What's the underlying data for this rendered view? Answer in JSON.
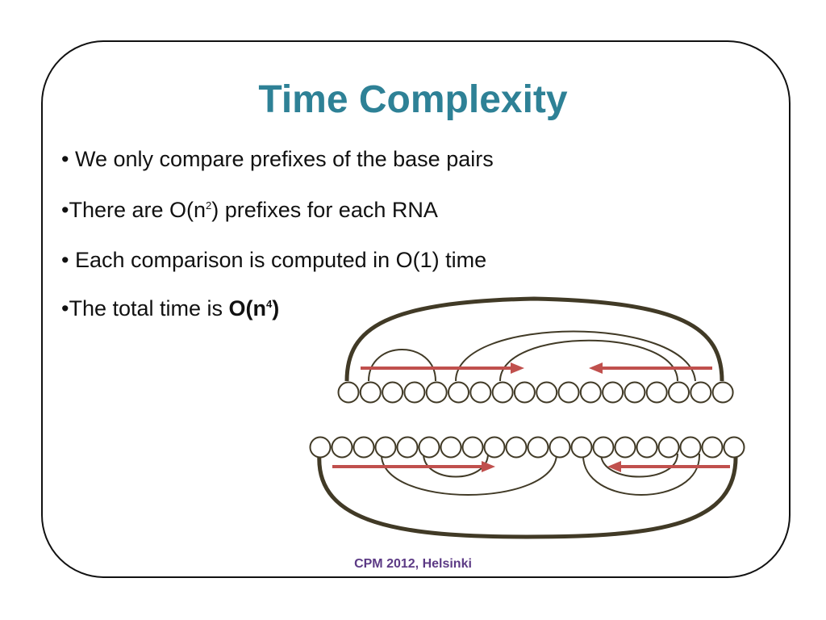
{
  "slide": {
    "title": "Time Complexity",
    "bullets": [
      {
        "marker": "•",
        "text": " We only compare prefixes of the base pairs"
      },
      {
        "marker": "•",
        "text_before": "There are O(n",
        "sup": "2",
        "text_after": ") prefixes for each RNA"
      },
      {
        "marker": "•",
        "text": " Each comparison is computed in O(1) time"
      },
      {
        "marker": "•",
        "text_before": "The total time is ",
        "bold_before": "O(n",
        "bold_sup": "4",
        "bold_after": ")"
      }
    ],
    "footer": "CPM 2012, Helsinki"
  },
  "diagram": {
    "colors": {
      "arc": "#413a26",
      "arrow": "#c0504d",
      "bead_fill": "#ffffff"
    },
    "top_strand_beads": 18,
    "bottom_strand_beads": 20
  }
}
